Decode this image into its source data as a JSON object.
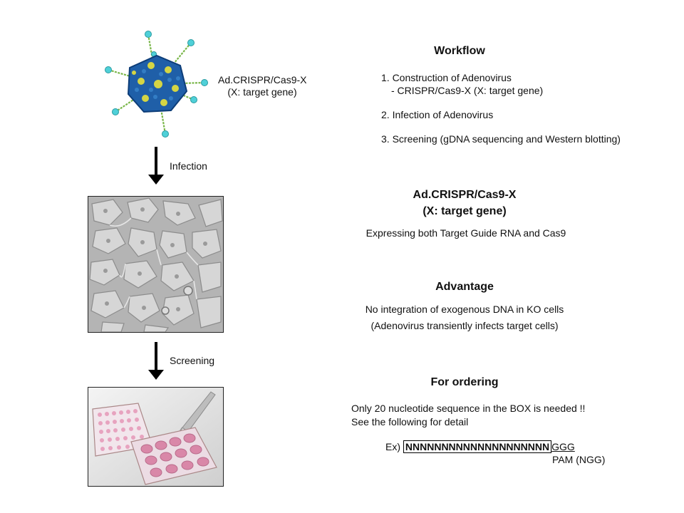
{
  "virus": {
    "label_line1": "Ad.CRISPR/Cas9-X",
    "label_line2": "(X: target gene)",
    "icon": "adenovirus-icon"
  },
  "arrows": {
    "infection_label": "Infection",
    "screening_label": "Screening"
  },
  "workflow": {
    "title": "Workflow",
    "step1": "1. Construction of Adenovirus",
    "step1_sub": "- CRISPR/Cas9-X (X: target gene)",
    "step2": "2. Infection of Adenovirus",
    "step3": "3. Screening (gDNA sequencing and Western blotting)"
  },
  "construct": {
    "title_line1": "Ad.CRISPR/Cas9-X",
    "title_line2": "(X: target gene)",
    "desc": "Expressing both Target Guide RNA and Cas9"
  },
  "advantage": {
    "title": "Advantage",
    "line1": "No integration of exogenous DNA in KO cells",
    "line2": "(Adenovirus transiently infects target cells)"
  },
  "ordering": {
    "title": "For ordering",
    "line1": "Only 20 nucleotide sequence in the BOX is needed !!",
    "line2": "See the following for detail",
    "example_prefix": "Ex)",
    "sequence": "NNNNNNNNNNNNNNNNNNNN",
    "pam_seq": "GGG",
    "pam_label": "PAM (NGG)"
  },
  "images": {
    "micrograph": "cell-micrograph-image",
    "plates": "culture-plates-photo"
  },
  "colors": {
    "virus_capsid": "#1f5fa8",
    "virus_highlight": "#e8e23a",
    "fiber": "#7ab648",
    "knob": "#4fd0d8",
    "plate_pink": "#e7a3bf"
  }
}
